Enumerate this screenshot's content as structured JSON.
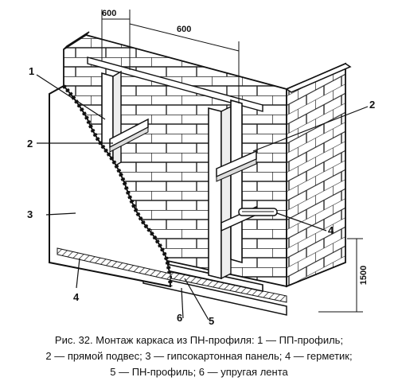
{
  "figure": {
    "dimensions": {
      "top_width_left": "600",
      "top_width_right": "600",
      "side_height": "1500"
    },
    "callouts": {
      "c1": "1",
      "c2_left": "2",
      "c2_right": "2",
      "c3": "3",
      "c4_left": "4",
      "c4_right": "4",
      "c5": "5",
      "c6": "6"
    }
  },
  "caption": {
    "line1": "Рис. 32. Монтаж каркаса из ПН-профиля: 1 — ПП-профиль;",
    "line2": "2 — прямой подвес; 3 — гипсокартонная панель; 4 — герметик;",
    "line3": "5 — ПН-профиль; 6 — упругая лента"
  }
}
